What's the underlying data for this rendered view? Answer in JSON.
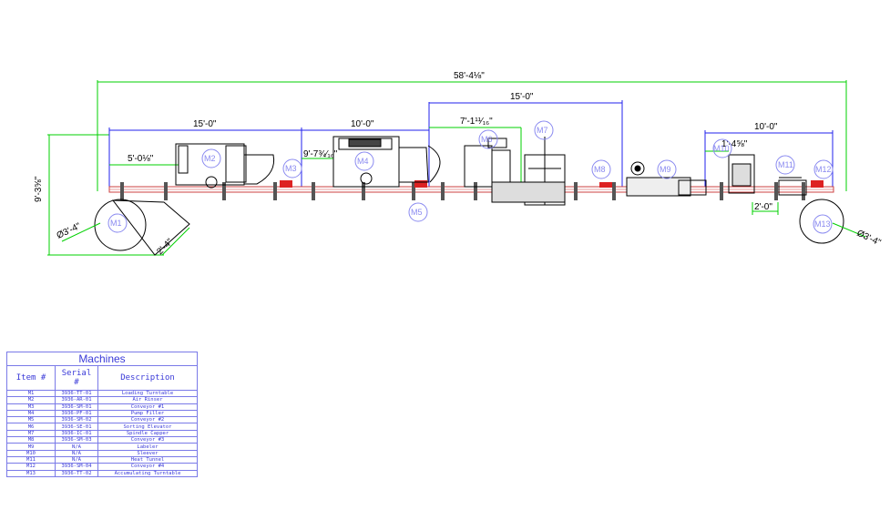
{
  "dimensions": {
    "overall_length": "58'-4⅛\"",
    "overall_height": "9'-3⅝\"",
    "seg_m1_m3": "15'-0\"",
    "seg_m2_offset": "5'-0⅛\"",
    "seg_m4": "10'-0\"",
    "seg_m4_offset": "9'-7¾⁄₁₆\"",
    "seg_m6_m8": "15'-0\"",
    "seg_m6_m7": "7'-1¹¹⁄₁₆\"",
    "seg_m10_m12": "10'-0\"",
    "seg_m10_offset": "1'-4⅝\"",
    "seg_m11_gap": "2'-0\"",
    "dia_m1": "Ø3'-4\"",
    "dia_m13": "Ø3'-4\"",
    "m1_chute": "2'-4\""
  },
  "tags": [
    "M1",
    "M2",
    "M3",
    "M4",
    "M5",
    "M6",
    "M7",
    "M8",
    "M9",
    "M10",
    "M11",
    "M12",
    "M13"
  ],
  "table": {
    "title": "Machines",
    "headers": [
      "Item #",
      "Serial #",
      "Description"
    ],
    "rows": [
      [
        "M1",
        "3936-TT-01",
        "Loading Turntable"
      ],
      [
        "M2",
        "3936-AR-01",
        "Air Rinser"
      ],
      [
        "M3",
        "3936-SM-01",
        "Conveyor #1"
      ],
      [
        "M4",
        "3936-PF-01",
        "Pump Filler"
      ],
      [
        "M5",
        "3936-SM-02",
        "Conveyor #2"
      ],
      [
        "M6",
        "3936-SE-01",
        "Sorting Elevator"
      ],
      [
        "M7",
        "3936-IC-01",
        "Spindle Capper"
      ],
      [
        "M8",
        "3936-SM-03",
        "Conveyor #3"
      ],
      [
        "M9",
        "N/A",
        "Labeler"
      ],
      [
        "M10",
        "N/A",
        "Sleever"
      ],
      [
        "M11",
        "N/A",
        "Heat Tunnel"
      ],
      [
        "M12",
        "3936-SM-04",
        "Conveyor #4"
      ],
      [
        "M13",
        "3936-TT-02",
        "Accumulating Turntable"
      ]
    ]
  },
  "colors": {
    "dimension_line": "#00d000",
    "extent_line": "#2222ee",
    "conveyor": "#cc4040",
    "tag": "#8a8af0",
    "table": "#3a3ad8"
  }
}
